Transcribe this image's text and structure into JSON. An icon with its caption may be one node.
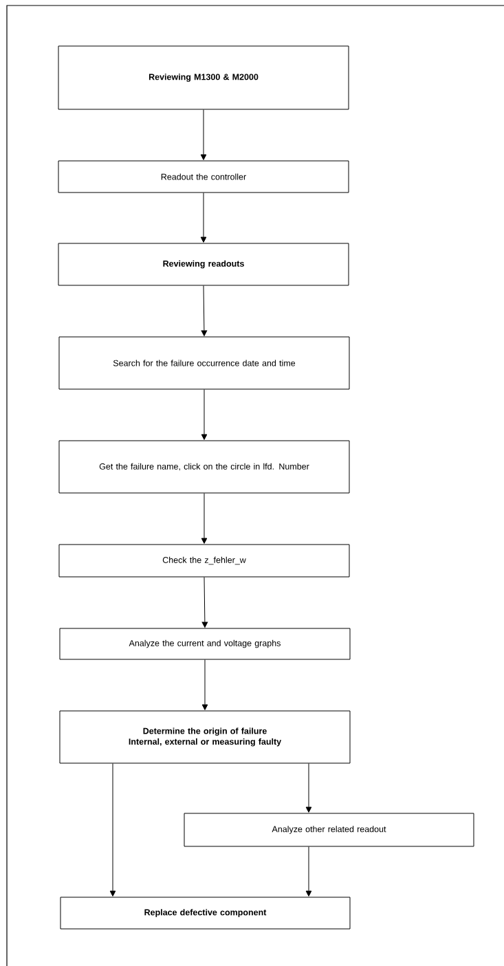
{
  "diagram": {
    "nodes": [
      {
        "text": [
          "Reviewing M1300 & M2000"
        ]
      },
      {
        "text": [
          "Readout the controller"
        ]
      },
      {
        "text": [
          "Reviewing readouts"
        ]
      },
      {
        "text": [
          "Search for the failure occurrence date and time"
        ]
      },
      {
        "text": [
          "Get the failure name, click on the circle in lfd. Number"
        ]
      },
      {
        "text": [
          "Check the z_fehler_w"
        ]
      },
      {
        "text": [
          "Analyze the current and voltage graphs"
        ]
      },
      {
        "text": [
          "Determine the origin of failure Internal, external or measuring faulty"
        ]
      },
      {
        "text": [
          "Analyze other related readout"
        ]
      },
      {
        "text": [
          "Replace defective component"
        ]
      }
    ],
    "edges": [
      {
        "from": 0,
        "to": 1,
        "arrow": "to"
      },
      {
        "from": 1,
        "to": 2,
        "arrow": "to"
      },
      {
        "from": 2,
        "to": 3,
        "arrow": "to"
      },
      {
        "from": 3,
        "to": 4,
        "arrow": "to"
      },
      {
        "from": 4,
        "to": 5,
        "arrow": "to"
      },
      {
        "from": 5,
        "to": 6,
        "arrow": "to"
      },
      {
        "from": 6,
        "to": 7,
        "arrow": "to"
      },
      {
        "from": 7,
        "to": 9,
        "arrow": "to"
      },
      {
        "from": 7,
        "to": 8,
        "arrow": "to"
      },
      {
        "from": 8,
        "to": 9,
        "arrow": "to"
      }
    ]
  }
}
